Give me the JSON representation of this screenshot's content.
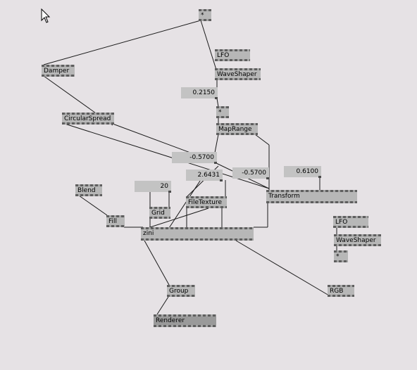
{
  "canvas": {
    "background": "#e6e2e5",
    "node_color": "#b7b7b7",
    "pin_color": "#5e5e5e",
    "link_color": "#1a1a1a"
  },
  "cursor": {
    "icon": "arrow-cursor-icon"
  },
  "nodes": {
    "multiply_top": "*",
    "lfo_1": "LFO",
    "waveshaper_1": "WaveShaper",
    "damper": "Damper",
    "multiply_mid": "*",
    "circular_spread": "CircularSpread",
    "map_range": "MapRange",
    "blend": "Blend",
    "grid": "Grid",
    "file_texture": "FileTexture",
    "transform": "Transform",
    "fill": "Fill",
    "zini": "zini",
    "lfo_2": "LFO",
    "waveshaper_2": "WaveShaper",
    "multiply_right": "*",
    "group": "Group",
    "rgb": "RGB",
    "renderer": "Renderer"
  },
  "io_boxes": {
    "value_a": "0.2150",
    "value_b": "-0.5700",
    "value_c": "2.6431",
    "value_d": "-0.5700",
    "value_e": "0.6100",
    "value_f": "20"
  }
}
